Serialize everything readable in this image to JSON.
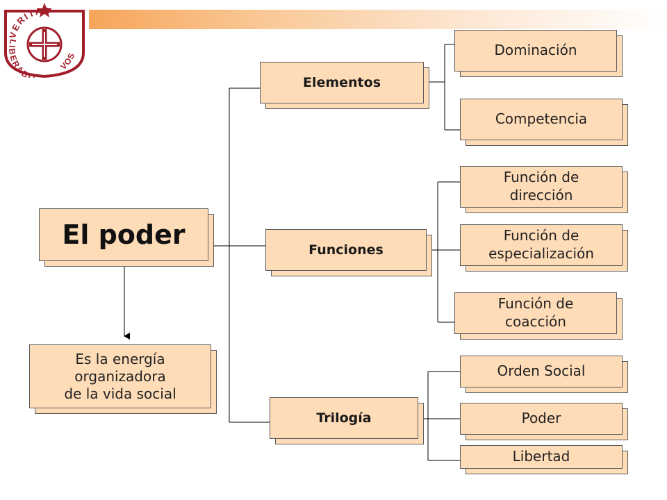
{
  "logo": {
    "arc_top": "VERITAS",
    "arc_left": "LIBERABIT",
    "arc_right": "VOS",
    "color": "#a01e2a"
  },
  "banner": {
    "colors": [
      "#f6a55a",
      "#fde6d2"
    ]
  },
  "diagram": {
    "root": "El poder",
    "definition": "Es la energía\norganizadora\nde la vida social",
    "elementos": {
      "label": "Elementos",
      "items": [
        "Dominación",
        "Competencia"
      ]
    },
    "funciones": {
      "label": "Funciones",
      "items": [
        "Función de\ndirección",
        "Función de\nespecialización",
        "Función de\ncoacción"
      ]
    },
    "trilogia": {
      "label": "Trilogía",
      "items": [
        "Orden Social",
        "Poder",
        "Libertad"
      ]
    }
  },
  "colors": {
    "box_fill": "#ffdcb8",
    "box_border": "#5a5a5a",
    "line": "#000000"
  }
}
